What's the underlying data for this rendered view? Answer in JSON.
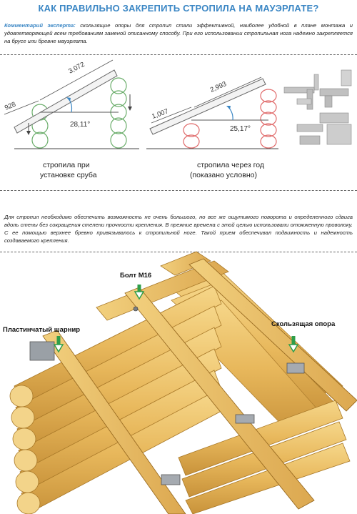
{
  "title": "КАК ПРАВИЛЬНО ЗАКРЕПИТЬ СТРОПИЛА НА МАУЭРЛАТЕ?",
  "comment": {
    "label": "Комментарий эксперта:",
    "text": " скользящие опоры для стропил стали эффективной, наиболее удобной в плане монтажа и удовлетворяющей всем требованиям заменой описанному способу. При его использовании стропильная нога надежно закрепляется на брусе или бревне мауэрлата."
  },
  "diagram_left": {
    "dim_top": "3,072",
    "dim_eave": "928",
    "angle": "28,11°",
    "caption_line1": "стропила при",
    "caption_line2": "установке сруба"
  },
  "diagram_right": {
    "dim_top": "2,993",
    "dim_eave": "1,007",
    "angle": "25,17°",
    "caption_line1": "стропила через год",
    "caption_line2": "(показано условно)"
  },
  "paragraph": "Для стропил необходимо обеспечить возможность не очень большого, но все же ощутимого поворота и определенного сдвига вдоль стены без сокращения степени прочности крепления. В прежние времена с этой целью использовали отожженную проволоку. С ее помощью верхнее бревно привязывалось к стропильной ноге. Такой прием обеспечивал подвижность и надежность создаваемого крепления.",
  "illustration": {
    "label_bolt": "Болт М16",
    "label_hinge": "Пластинчатый шарнир",
    "label_slide": "Скользящая опора"
  },
  "colors": {
    "accent": "#3a86c4",
    "wood": "#e8b85c",
    "log_green": "#7cb87c",
    "log_red": "#e06a6a"
  }
}
